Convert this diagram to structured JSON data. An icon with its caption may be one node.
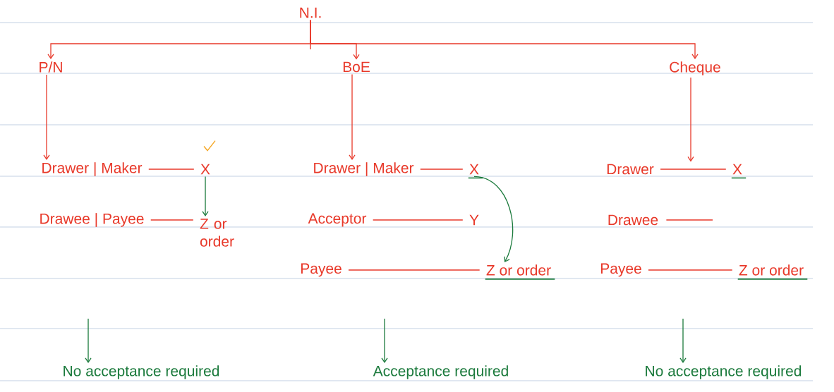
{
  "diagram": {
    "nodes": [
      {
        "text": [
          "N.I."
        ]
      },
      {
        "text": [
          "P/N"
        ]
      },
      {
        "text": [
          "BoE"
        ]
      },
      {
        "text": [
          "Cheque"
        ]
      },
      {
        "text": [
          "Drawer | Maker"
        ]
      },
      {
        "text": [
          "X"
        ]
      },
      {
        "text": [
          "Drawee | Payee"
        ]
      },
      {
        "text": [
          "Z or order"
        ]
      },
      {
        "text": [
          "Drawer | Maker"
        ]
      },
      {
        "text": [
          "X"
        ]
      },
      {
        "text": [
          "Acceptor"
        ]
      },
      {
        "text": [
          "Y"
        ]
      },
      {
        "text": [
          "Payee"
        ]
      },
      {
        "text": [
          "Z or order"
        ]
      },
      {
        "text": [
          "Drawer"
        ]
      },
      {
        "text": [
          "X"
        ]
      },
      {
        "text": [
          "Drawee"
        ]
      },
      {
        "text": [
          "Payee"
        ]
      },
      {
        "text": [
          "Z or order"
        ]
      },
      {
        "text": [
          "No acceptance required"
        ]
      },
      {
        "text": [
          "Acceptance required"
        ]
      },
      {
        "text": [
          "No acceptance required"
        ]
      }
    ],
    "edges": [
      {
        "from": 0,
        "to": 1,
        "arrow": "to"
      },
      {
        "from": 0,
        "to": 2,
        "arrow": "to"
      },
      {
        "from": 0,
        "to": 3,
        "arrow": "to"
      },
      {
        "from": 1,
        "to": 4,
        "arrow": "to"
      },
      {
        "from": 2,
        "to": 8,
        "arrow": "to"
      },
      {
        "from": 3,
        "to": 14,
        "arrow": "to"
      },
      {
        "from": 4,
        "to": 5,
        "arrow": "none"
      },
      {
        "from": 6,
        "to": 7,
        "arrow": "none"
      },
      {
        "from": 8,
        "to": 9,
        "arrow": "none"
      },
      {
        "from": 10,
        "to": 11,
        "arrow": "none"
      },
      {
        "from": 12,
        "to": 13,
        "arrow": "none"
      },
      {
        "from": 14,
        "to": 15,
        "arrow": "none"
      },
      {
        "from": 16,
        "to": null,
        "arrow": "none"
      },
      {
        "from": 17,
        "to": 18,
        "arrow": "none"
      },
      {
        "from": 5,
        "to": 7,
        "arrow": "to",
        "color": "#1b7a3c"
      },
      {
        "from": 9,
        "to": 13,
        "arrow": "to",
        "color": "#1b7a3c"
      },
      {
        "from": null,
        "to": 19,
        "arrow": "to",
        "color": "#1b7a3c"
      },
      {
        "from": null,
        "to": 20,
        "arrow": "to",
        "color": "#1b7a3c"
      },
      {
        "from": null,
        "to": 21,
        "arrow": "to",
        "color": "#1b7a3c"
      }
    ]
  }
}
